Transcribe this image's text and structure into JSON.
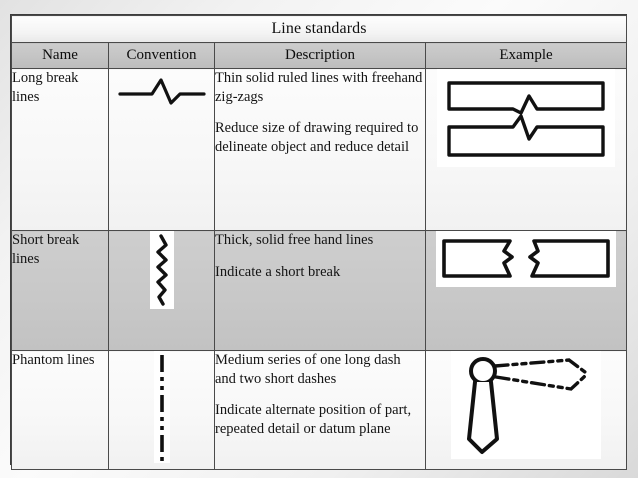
{
  "slide": {
    "title": "Line standards",
    "decorations": [
      "bullet-dot-left",
      "bullet-dot-right"
    ],
    "colors": {
      "title_band": "#f4f4f4",
      "header_band": "#c4c4c4",
      "row_light": "#f7f7f7",
      "row_dark": "#c8c8c8",
      "border": "#4a4a4a",
      "ink": "#141414",
      "dot": "#8e8e8e"
    }
  },
  "table": {
    "columns": [
      "Name",
      "Convention",
      "Description",
      "Example"
    ],
    "rows": [
      {
        "name": "Long break lines",
        "convention_art": "long-break-line-symbol",
        "description": [
          "Thin solid ruled lines with freehand zig-zags",
          "Reduce size of drawing required to delineate object and reduce detail"
        ],
        "example_art": "two-bars-with-zigzag-break",
        "shade": "light"
      },
      {
        "name": "Short break lines",
        "convention_art": "short-break-freehand-zigzag-symbol",
        "description": [
          "Thick, solid free hand lines",
          "Indicate a short break"
        ],
        "example_art": "two-rectangles-with-jagged-break",
        "shade": "dark"
      },
      {
        "name": "Phantom lines",
        "convention_art": "phantom-line-dash-dot-dot-symbol",
        "description": [
          "Medium series of one long dash and two short dashes",
          "Indicate alternate position of part, repeated detail or datum plane"
        ],
        "example_art": "pivoting-part-alternate-position",
        "shade": "light"
      }
    ]
  }
}
